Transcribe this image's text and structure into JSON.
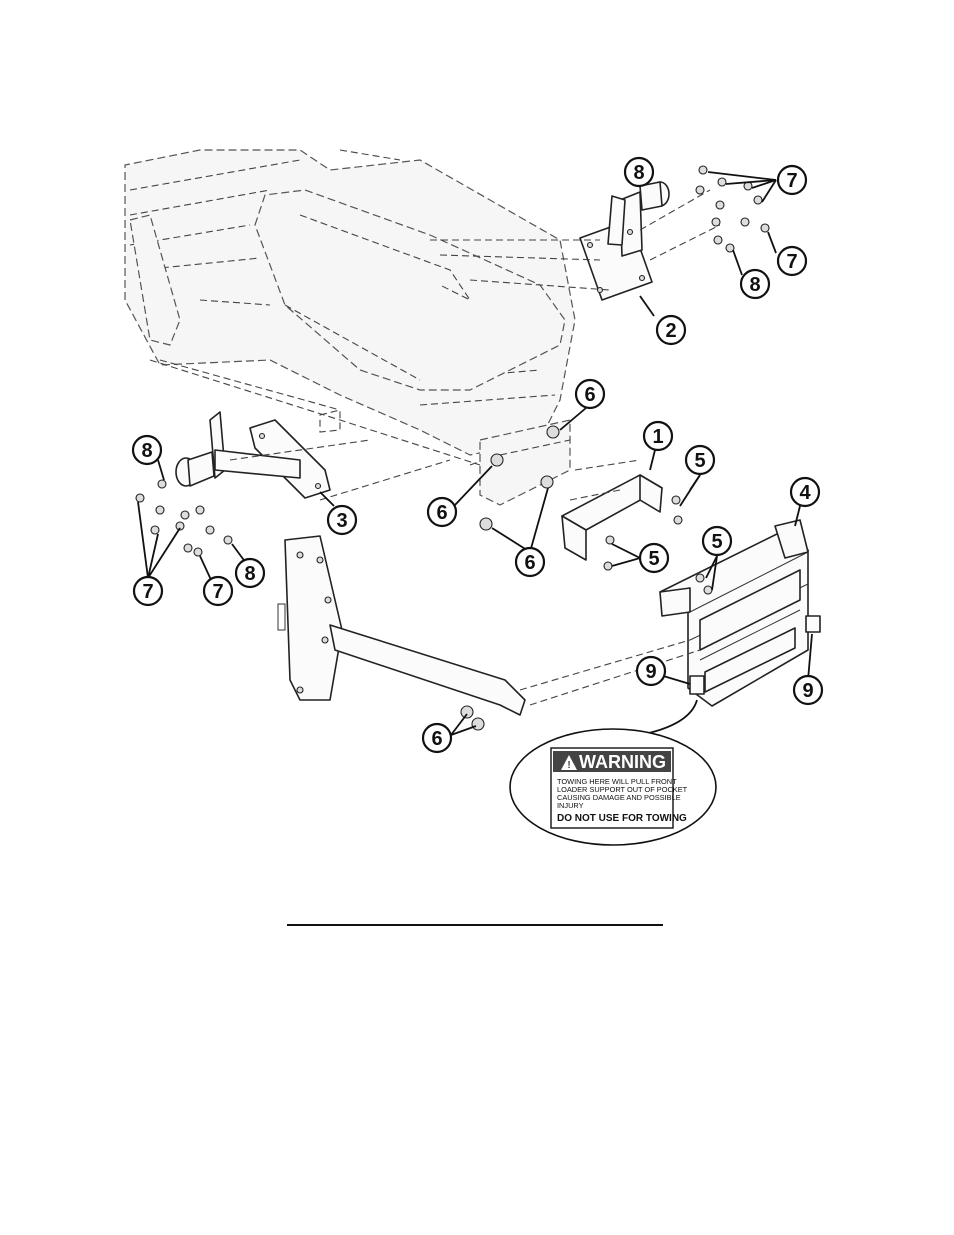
{
  "figure": {
    "callouts": [
      {
        "id": "c1",
        "label": "1"
      },
      {
        "id": "c2",
        "label": "2"
      },
      {
        "id": "c3",
        "label": "3"
      },
      {
        "id": "c4",
        "label": "4"
      },
      {
        "id": "c5a",
        "label": "5"
      },
      {
        "id": "c5b",
        "label": "5"
      },
      {
        "id": "c5c",
        "label": "5"
      },
      {
        "id": "c6a",
        "label": "6"
      },
      {
        "id": "c6b",
        "label": "6"
      },
      {
        "id": "c6c",
        "label": "6"
      },
      {
        "id": "c6d",
        "label": "6"
      },
      {
        "id": "c7a",
        "label": "7"
      },
      {
        "id": "c7b",
        "label": "7"
      },
      {
        "id": "c7c",
        "label": "7"
      },
      {
        "id": "c7d",
        "label": "7"
      },
      {
        "id": "c8a",
        "label": "8"
      },
      {
        "id": "c8b",
        "label": "8"
      },
      {
        "id": "c8c",
        "label": "8"
      },
      {
        "id": "c8d",
        "label": "8"
      },
      {
        "id": "c9a",
        "label": "9"
      },
      {
        "id": "c9b",
        "label": "9"
      }
    ],
    "warning_label": {
      "heading": "WARNING",
      "body_lines": [
        "TOWING HERE WILL PULL FRONT",
        "LOADER SUPPORT OUT OF POCKET",
        "CAUSING DAMAGE AND POSSIBLE",
        "INJURY"
      ],
      "footer": "DO NOT USE FOR TOWING"
    }
  }
}
